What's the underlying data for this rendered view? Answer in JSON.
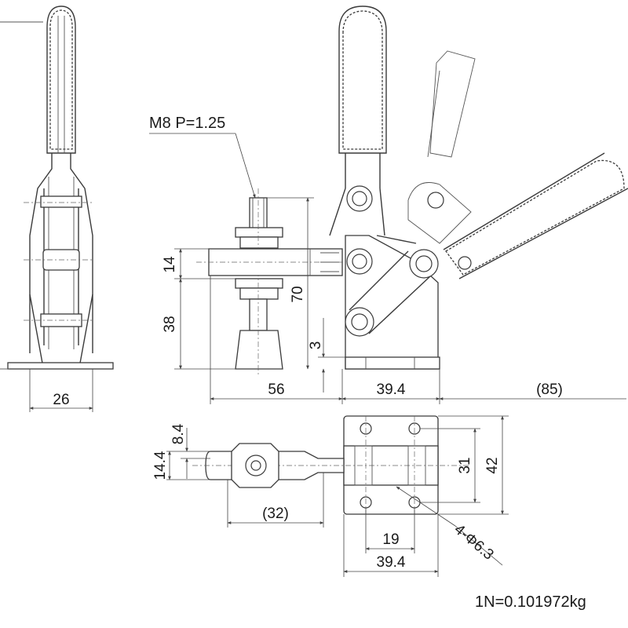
{
  "drawing": {
    "thread_label": "M8 P=1.25",
    "conversion_note": "1N=0.101972kg",
    "hole_callout": "4-Φ6.3",
    "dimensions": {
      "side_width": "26",
      "spindle_offset": "14",
      "spindle_height": "38",
      "overall_height": "70",
      "base_thickness": "3",
      "reach": "56",
      "base_length": "39.4",
      "handle_travel": "(85)",
      "plan_width_small": "8.4",
      "plan_width": "14.4",
      "plan_reach": "(32)",
      "hole_spacing_y": "31",
      "base_width": "42",
      "hole_spacing_x": "19",
      "plan_base_length": "39.4"
    }
  }
}
